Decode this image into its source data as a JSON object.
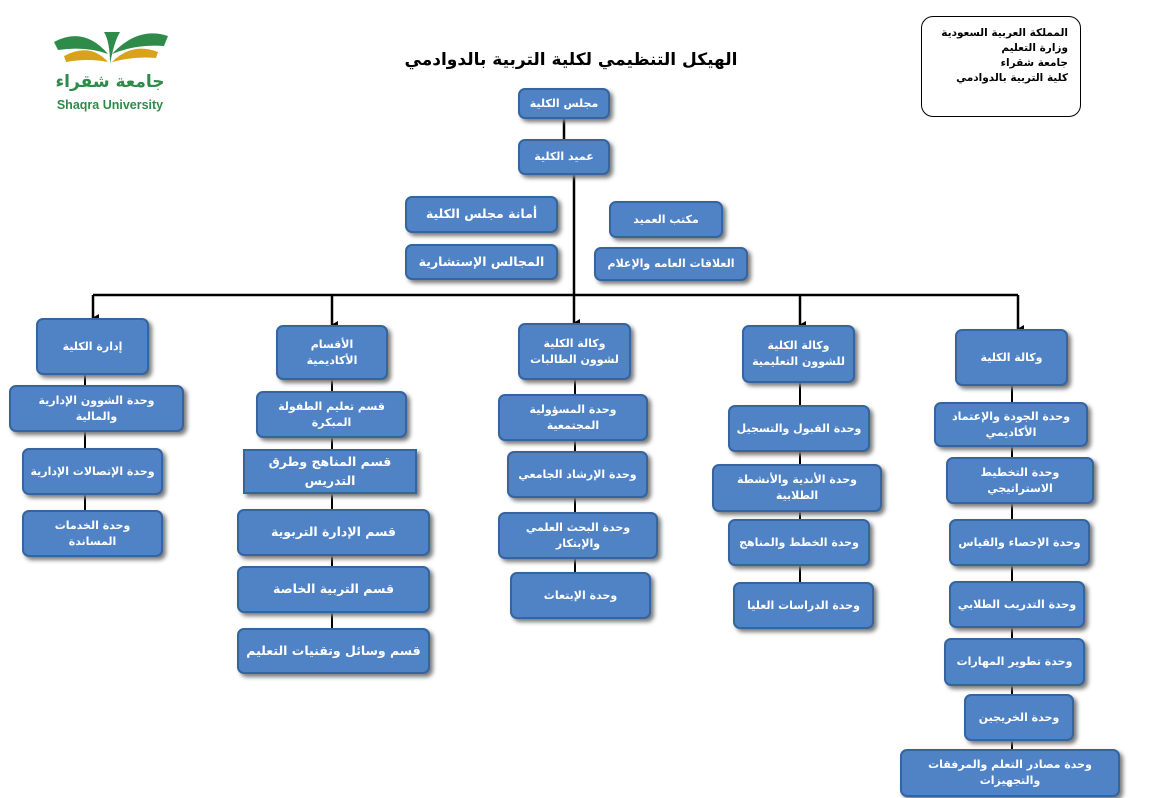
{
  "title": "الهيكل التنظيمي لكلية التربية بالدوادمي",
  "header_info": [
    "المملكة العربية السعودية",
    "وزارة التعليم",
    "جامعة شقراء",
    "كلية التربية بالدوادمي"
  ],
  "logo": {
    "arabic": "جامعة شقراء",
    "english": "Shaqra University"
  },
  "top_chain": {
    "council": "مجلس الكلية",
    "dean": "عميد الكلية"
  },
  "side_units": {
    "left": [
      "أمانة مجلس الكلية",
      "المجالس الإستشارية"
    ],
    "right": [
      "مكتب العميد",
      "العلاقات العامه والإعلام"
    ]
  },
  "branches": [
    {
      "head": "وكالة الكلية",
      "units": [
        "وحدة الجودة والإعتماد الأكاديمي",
        "وحدة التخطيط الاستراتيجي",
        "وحدة الإحصاء والقياس",
        "وحدة التدريب الطلابي",
        "وحدة تطوير المهارات",
        "وحدة الخريجين",
        "وحدة مصادر التعلم والمرفقات والتجهيزات"
      ]
    },
    {
      "head": "وكالة الكلية\nللشوون التعليمية",
      "units": [
        "وحدة القبول والتسجيل",
        "وحدة الأندية والأنشطة الطلابية",
        "وحدة الخطط والمناهج",
        "وحدة الدراسات العليا"
      ]
    },
    {
      "head": "وكالة الكلية\nلشوون الطالبات",
      "units": [
        "وحدة المسؤولية المجتمعية",
        "وحدة الإرشاد الجامعي",
        "وحدة البحث العلمي  والإبتكار",
        "وحدة الإبتعاث"
      ]
    },
    {
      "head": "الأقسام الأكاديمية",
      "units": [
        "قسم تعليم الطفولة المبكرة",
        "قسم المناهج وطرق التدريس",
        "قسم الإدارة التربوية",
        "قسم التربية الخاصة",
        "قسم وسائل وتقنيات التعليم"
      ]
    },
    {
      "head": "إدارة الكلية",
      "units": [
        "وحدة الشوون الإدارية  والمالية",
        "وحدة الإتصالات الإدارية",
        "وحدة الخدمات المساندة"
      ]
    }
  ]
}
